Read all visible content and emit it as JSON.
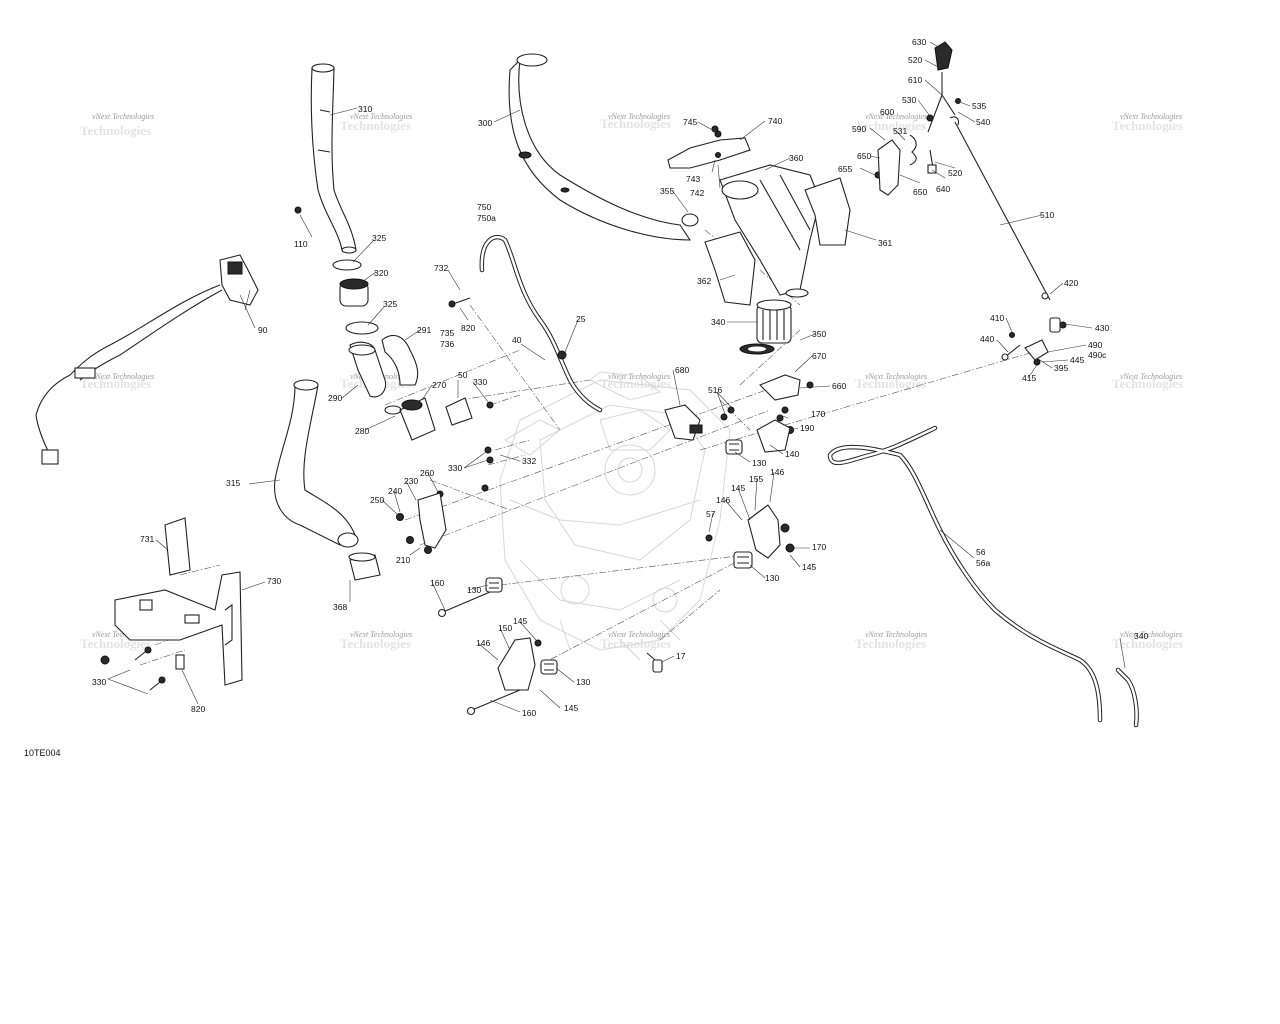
{
  "diagram_code": "10TE004",
  "watermark": {
    "line1": "vNext Technologies",
    "line2": "Technologies"
  },
  "labels": {
    "l310": "310",
    "l300": "300",
    "l745": "745",
    "l740": "740",
    "l630": "630",
    "l520a": "520",
    "l610": "610",
    "l530": "530",
    "l535": "535",
    "l600": "600",
    "l540": "540",
    "l590": "590",
    "l531": "531",
    "l650a": "650",
    "l655": "655",
    "l650b": "650",
    "l640": "640",
    "l520b": "520",
    "l360": "360",
    "l743": "743",
    "l742": "742",
    "l355": "355",
    "l110": "110",
    "l325a": "325",
    "l750": "750",
    "l750a": "750a",
    "l361": "361",
    "l510": "510",
    "l320": "320",
    "l732": "732",
    "l362": "362",
    "l325b": "325",
    "l420": "420",
    "l291": "291",
    "l820a": "820",
    "l735": "735",
    "l736": "736",
    "l340": "340",
    "l90": "90",
    "l25": "25",
    "l350": "350",
    "l410": "410",
    "l430": "430",
    "l40": "40",
    "l440": "440",
    "l490": "490",
    "l490c": "490c",
    "l290": "290",
    "l670": "670",
    "l445": "445",
    "l680": "680",
    "l395": "395",
    "l50": "50",
    "l270": "270",
    "l330a": "330",
    "l415": "415",
    "l516": "516",
    "l660": "660",
    "l280": "280",
    "l170a": "170",
    "l190": "190",
    "l332": "332",
    "l140": "140",
    "l330b": "330",
    "l260": "260",
    "l130a": "130",
    "l230": "230",
    "l315": "315",
    "l240": "240",
    "l155": "155",
    "l146a": "146",
    "l145a": "145",
    "l250": "250",
    "l146b": "146",
    "l57": "57",
    "l56": "56",
    "l56a": "56a",
    "l170b": "170",
    "l210": "210",
    "l731": "731",
    "l130b": "130",
    "l145b": "145",
    "l730": "730",
    "l130c": "130",
    "l160a": "160",
    "l368": "368",
    "l145c": "145",
    "l150": "150",
    "l146c": "146",
    "l340b": "340",
    "l17": "17",
    "l130d": "130",
    "l330c": "330",
    "l820b": "820",
    "l160b": "160",
    "l145d": "145"
  }
}
